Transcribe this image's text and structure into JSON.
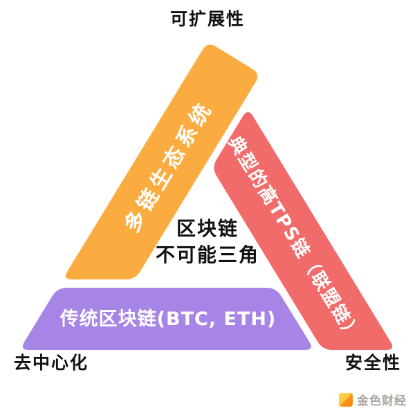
{
  "diagram": {
    "center_title": {
      "line1": "区块链",
      "line2": "不可能三角"
    },
    "vertices": {
      "top": "可扩展性",
      "bottom_left": "去中心化",
      "bottom_right": "安全性"
    },
    "bars": {
      "left": {
        "label": "多链生态系统",
        "color": "#FBAC40"
      },
      "right": {
        "label": "典型的高TPS链（联盟链）",
        "color": "#F16B6B"
      },
      "bottom": {
        "label": "传统区块链(BTC, ETH)",
        "color": "#A685E6"
      }
    },
    "bar_label_color": "#FFFFFF",
    "title_text_color": "#111111",
    "background_color": "#FFFFFF"
  },
  "watermark": {
    "brand": "金色财经",
    "text_style": "color:#A9A49C",
    "icon_style": "background:linear-gradient(135deg,#FFD24C 0%,#FFC53D 48%,#F7931E 52%,#F08A00 100%)"
  }
}
